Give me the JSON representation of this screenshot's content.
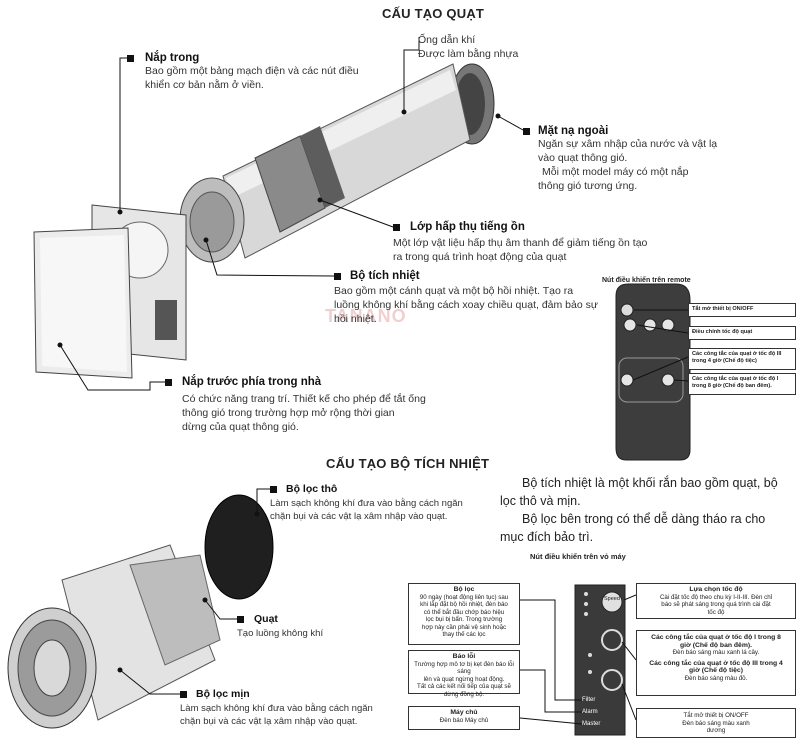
{
  "fan_structure": {
    "title": "CẤU TẠO QUẠT",
    "labels": {
      "ong_dan_khi": {
        "title": "Ống dẫn khí",
        "text": "Được làm bằng nhựa"
      },
      "nap_trong": {
        "title": "Nắp trong",
        "text1": "Bao gồm một bảng mạch điện và các nút điều",
        "text2": "khiển cơ bản nằm ở viền."
      },
      "mat_na_ngoai": {
        "title": "Mặt nạ ngoài",
        "text1": "Ngăn sự xâm nhập của nước và vật lạ",
        "text2": "vào quạt thông gió.",
        "text3": "Mỗi một model máy có một nắp",
        "text4": "thông gió tương ứng."
      },
      "lop_hap_thu": {
        "title": "Lớp hấp thụ tiếng ồn",
        "text1": "Một lớp vật liệu hấp thụ âm thanh để giảm tiếng ồn tạo",
        "text2": "ra trong quá trình hoạt động của quạt"
      },
      "bo_tich_nhiet": {
        "title": "Bộ tích nhiệt",
        "text1": "Bao gồm một cánh quạt và một bộ hồi nhiệt. Tạo ra",
        "text2": "luồng không khí bằng cách xoay chiều quạt, đảm bảo sự",
        "text3": "hồi nhiệt."
      },
      "nap_truoc": {
        "title": "Nắp trước phía trong nhà",
        "text1": "Có chức năng trang trí. Thiết kế cho phép để tắt ống",
        "text2": "thông gió trong trường hợp mở rộng thời gian",
        "text3": "dừng của quạt thông gió."
      }
    },
    "watermark": "TANANO"
  },
  "remote": {
    "title": "Nút điều khiển trên remote",
    "labels": {
      "on_off": "Tắt mở thiết bị ON/OFF",
      "speed": "Điều chỉnh tốc độ quạt",
      "iii": "Các công tắc của quạt ở tốc độ III trong 4 giờ (Chế độ tiệc)",
      "i": "Các công tắc của quạt ở tốc độ I trong 8 giờ (Chế độ ban đêm)."
    }
  },
  "heat_structure": {
    "title": "CẤU TẠO BỘ TÍCH NHIỆT",
    "description1": "Bộ tích nhiệt là một khối rắn bao gồm quạt, bộ",
    "description2": "lọc thô và mịn.",
    "description3": "Bộ lọc bên trong có thể dễ dàng tháo ra cho",
    "description4": "mục đích bảo trì.",
    "labels": {
      "bo_loc_tho": {
        "title": "Bộ lọc thô",
        "text1": "Làm sạch không khí đưa vào bằng cách ngăn",
        "text2": "chặn bụi và các vật lạ xâm nhập vào quạt."
      },
      "quat": {
        "title": "Quạt",
        "text": "Tạo luồng không khí"
      },
      "bo_loc_min": {
        "title": "Bộ lọc mịn",
        "text1": "Làm sạch không khí đưa vào bằng cách ngăn",
        "text2": "chặn bụi và các vật lạ xâm nhập vào quạt."
      }
    }
  },
  "device_panel": {
    "title": "Nút điều khiển trên vỏ máy",
    "boxes": {
      "filter_box": {
        "title": "Bộ lọc",
        "lines": [
          "90 ngày (hoạt động liên tục) sau",
          "khi lắp đặt bộ hồi nhiệt, đèn báo",
          "có thể bắt đầu chớp báo hiệu",
          "lọc bụi bị bẩn. Trong trường",
          "hợp này cần phải vệ sinh hoặc",
          "thay thế các lọc"
        ]
      },
      "alarm_box": {
        "title": "Báo lỗi",
        "lines": [
          "Trường hợp mô tơ bị kẹt đèn báo lỗi sáng",
          "lên và quạt ngừng hoạt động.",
          "Tất cả các kết nối tiếp của quạt sẽ",
          "dừng đồng bộ."
        ]
      },
      "master_box": {
        "title": "Máy chủ",
        "lines": [
          "Đèn báo Máy chủ"
        ]
      },
      "speed_box": {
        "title": "Lựa chọn tốc độ",
        "lines": [
          "Cài đặt tốc độ theo chu kỳ I-II-III. Đèn chỉ",
          "báo sẽ phát sáng trong quá trình cài đặt",
          "tốc độ"
        ]
      },
      "mode_box": {
        "title1": "Các công tắc của quạt ở tốc độ I trong 8",
        "title2": "giờ (Chế độ ban đêm).",
        "line1": "Đèn báo sáng màu xanh lá cây.",
        "title3": "Các công tắc của quạt ở tốc độ III trong 4",
        "title4": "giờ (Chế độ tiệc)",
        "line2": "Đèn báo sáng màu đỏ."
      },
      "onoff_box": {
        "lines": [
          "Tắt mở thiết bị ON/OFF",
          "Đèn báo sáng màu xanh",
          "dương"
        ]
      }
    },
    "panel_labels": {
      "filter": "Filter",
      "alarm": "Alarm",
      "master": "Master",
      "speed": "Speed"
    }
  }
}
